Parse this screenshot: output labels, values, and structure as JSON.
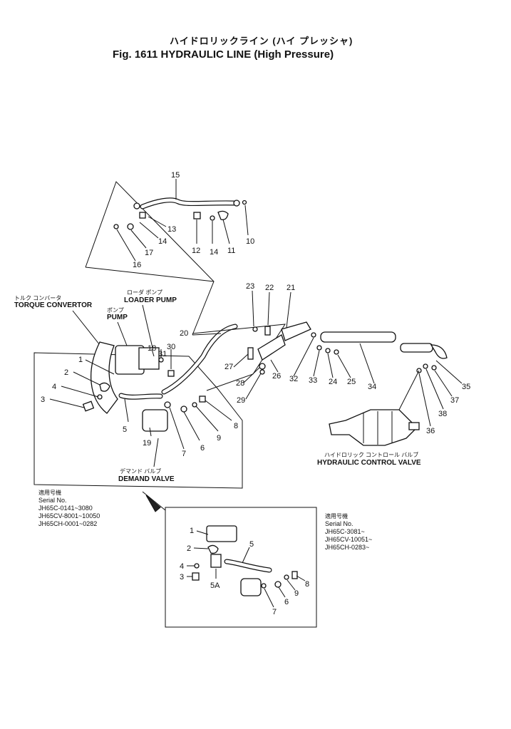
{
  "title": {
    "japanese": "ハイドロリックライン (ハイ プレッシャ)",
    "english": "Fig. 1611  HYDRAULIC LINE (High Pressure)"
  },
  "components": {
    "torque_convertor": {
      "jp": "トルク コンバータ",
      "en": "TORQUE CONVERTOR"
    },
    "loader_pump": {
      "jp": "ローダ ポンプ",
      "en": "LOADER PUMP"
    },
    "pump": {
      "jp": "ポンプ",
      "en": "PUMP"
    },
    "demand_valve": {
      "jp": "デマンド バルブ",
      "en": "DEMAND VALVE"
    },
    "hydraulic_control_valve": {
      "jp": "ハイドロリック コントロール バルブ",
      "en": "HYDRAULIC CONTROL VALVE"
    }
  },
  "serial_blocks": {
    "early": {
      "jp": "適用号機",
      "heading": "Serial No.",
      "lines": [
        "JH65C-0141~3080",
        "JH65CV-8001~10050",
        "JH65CH-0001~0282"
      ]
    },
    "late": {
      "jp": "適用号機",
      "heading": "Serial No.",
      "lines": [
        "JH65C-3081~",
        "JH65CV-10051~",
        "JH65CH-0283~"
      ]
    }
  },
  "callouts": {
    "n15": "15",
    "n13": "13",
    "n14a": "14",
    "n17": "17",
    "n16": "16",
    "n12": "12",
    "n14b": "14",
    "n11": "11",
    "n10": "10",
    "n23": "23",
    "n22": "22",
    "n21": "21",
    "n20": "20",
    "n18": "18",
    "n31": "31",
    "n30": "30",
    "n27": "27",
    "n28": "28",
    "n29": "29",
    "n26": "26",
    "n32": "32",
    "n33": "33",
    "n24": "24",
    "n25": "25",
    "n34": "34",
    "n35": "35",
    "n37": "37",
    "n38": "38",
    "n36": "36",
    "n1": "1",
    "n2": "2",
    "n4": "4",
    "n3": "3",
    "n5": "5",
    "n19": "19",
    "n7": "7",
    "n6": "6",
    "n9": "9",
    "n8": "8",
    "d1": "1",
    "d2": "2",
    "d4": "4",
    "d3": "3",
    "d5": "5",
    "d5a": "5A",
    "d8": "8",
    "d9": "9",
    "d6": "6",
    "d7": "7"
  }
}
